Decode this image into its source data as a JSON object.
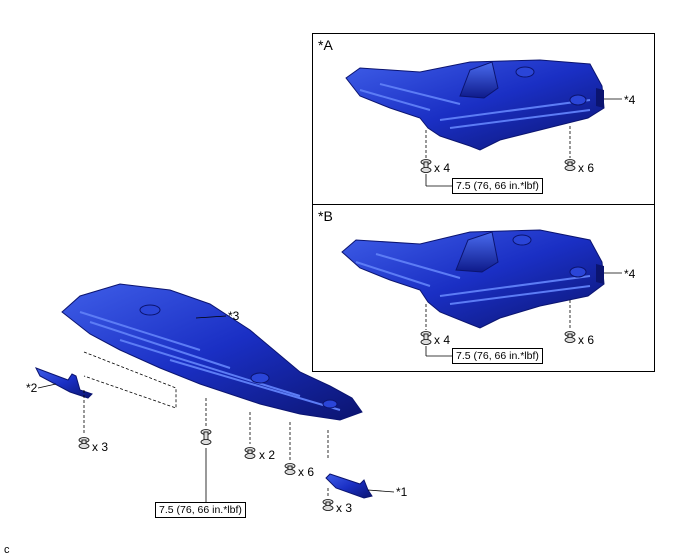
{
  "panels": {
    "a": {
      "label": "*A",
      "part_label": "*4",
      "count_left": "x 4",
      "count_right": "x 6",
      "torque": "7.5 (76, 66 in.*lbf)"
    },
    "b": {
      "label": "*B",
      "part_label": "*4",
      "count_left": "x 4",
      "count_right": "x 6",
      "torque": "7.5 (76, 66 in.*lbf)"
    }
  },
  "main": {
    "cover_label": "*3",
    "bracket_left_label": "*2",
    "bracket_right_label": "*1",
    "count_left_bracket": "x 3",
    "count_mid1": "x 2",
    "count_mid2": "x 6",
    "count_right_bracket": "x 3",
    "torque": "7.5 (76, 66 in.*lbf)"
  },
  "corner_code": "c",
  "colors": {
    "part_blue": "#1a2fc4",
    "part_dark": "#0b1470",
    "part_light": "#4a6cf0",
    "line": "#000000"
  }
}
